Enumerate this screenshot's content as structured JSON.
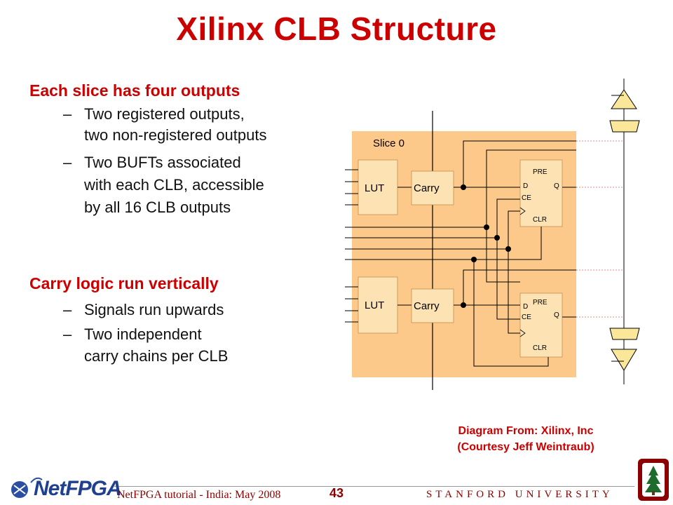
{
  "title": "Xilinx CLB Structure",
  "sections": [
    {
      "heading": "Each slice has four outputs",
      "bullets": [
        {
          "dash": "–",
          "lines": [
            "Two registered outputs,",
            "two non-registered outputs"
          ]
        },
        {
          "dash": "–",
          "lines": [
            "Two BUFTs associated",
            "with each CLB, accessible",
            "by all 16 CLB outputs"
          ]
        }
      ]
    },
    {
      "heading": "Carry logic run vertically",
      "bullets": [
        {
          "dash": "–",
          "lines": [
            "Signals run upwards"
          ]
        },
        {
          "dash": "–",
          "lines": [
            "Two independent",
            "carry chains per CLB"
          ]
        }
      ]
    }
  ],
  "diagram": {
    "slice_label": "Slice 0",
    "lut_label": "LUT",
    "carry_label": "Carry",
    "ff": {
      "pre": "PRE",
      "d": "D",
      "q": "Q",
      "ce": "CE",
      "clr": "CLR"
    },
    "colors": {
      "slice_bg": "#fcc98a",
      "lut_bg": "#fde2b4"
    }
  },
  "credit": [
    "Diagram From: Xilinx, Inc",
    "(Courtesy Jeff Weintraub)"
  ],
  "footer": {
    "event": "NetFPGA tutorial - India: May 2008",
    "page": "43",
    "university": "STANFORD UNIVERSITY",
    "logo": "NetFPGA",
    "accent": "#8b0000"
  }
}
